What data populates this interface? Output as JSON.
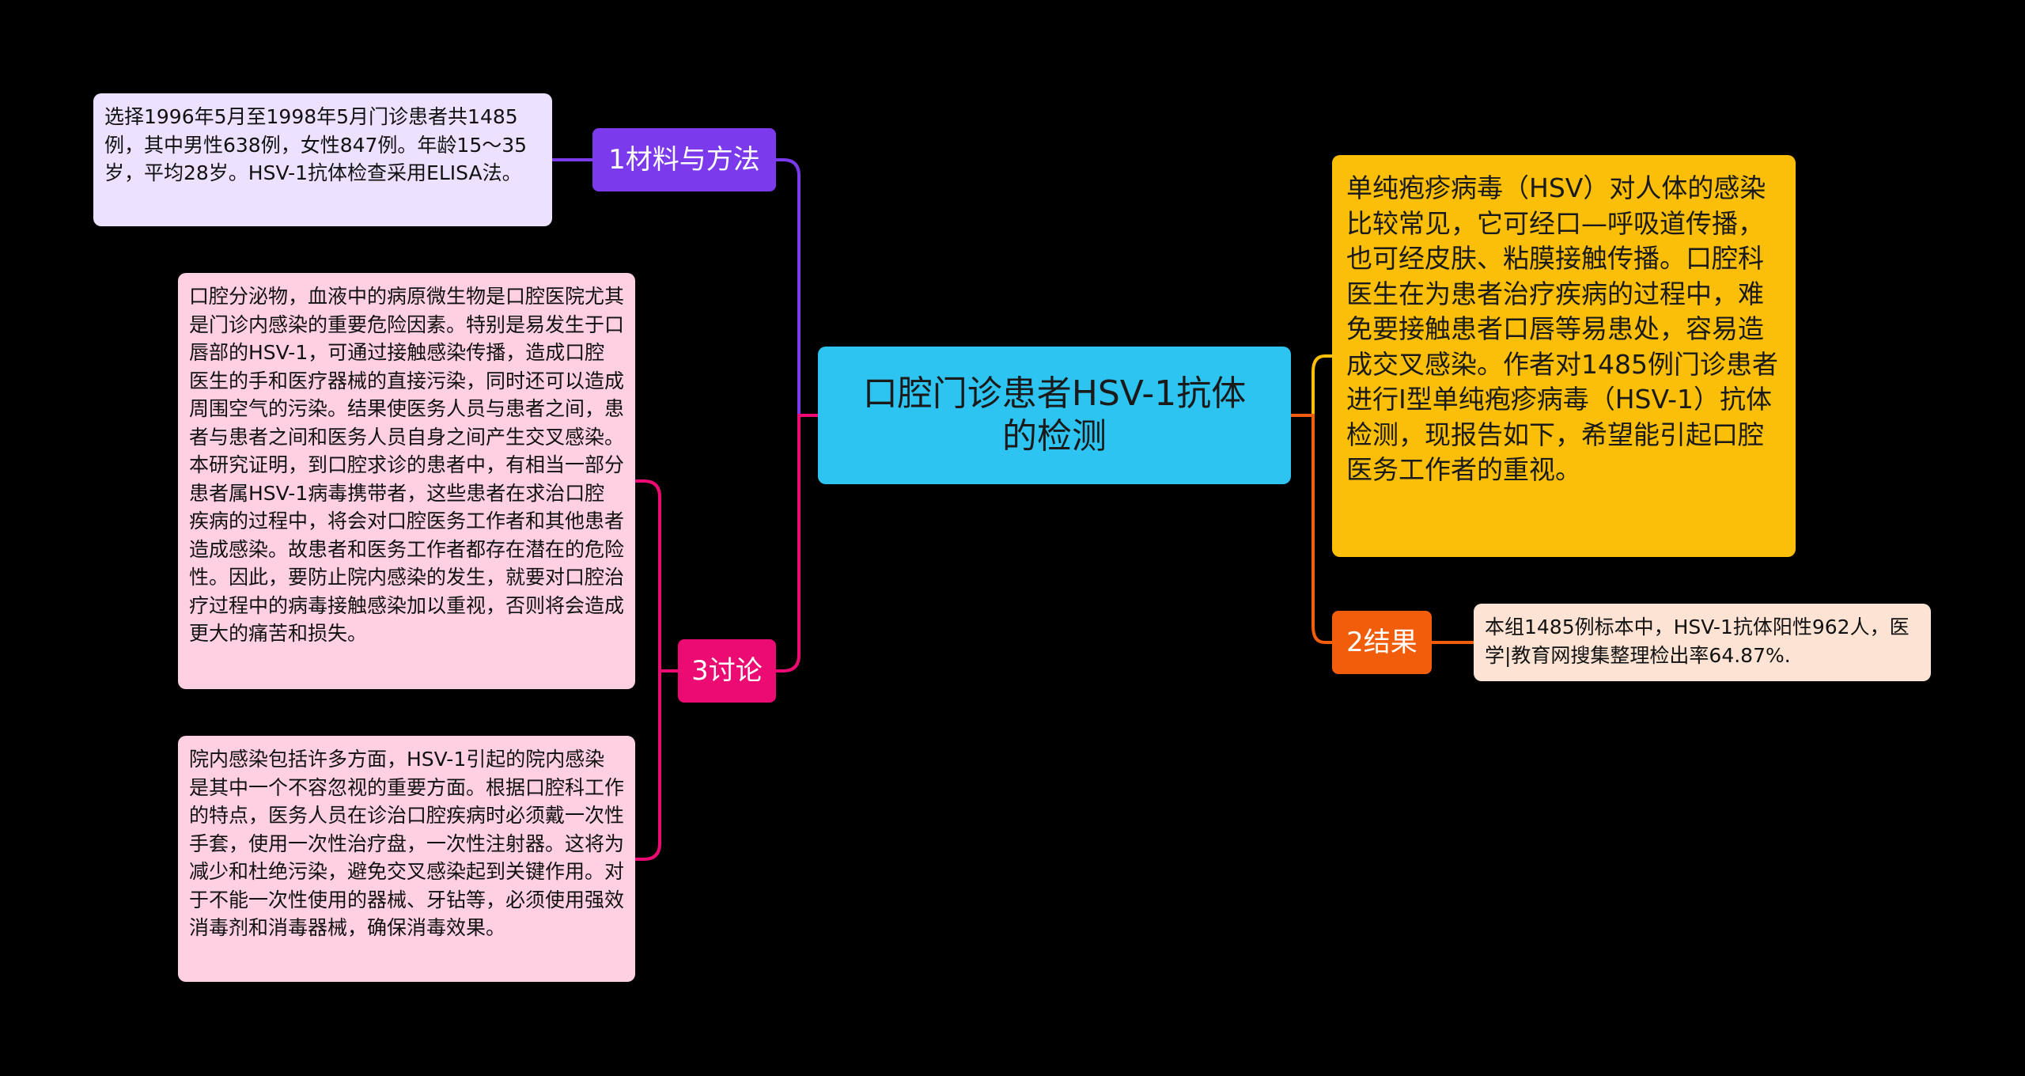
{
  "mindmap": {
    "root": {
      "label": "口腔门诊患者HSV-1抗体的检测",
      "color": "#2ec4f1"
    },
    "intro": {
      "text": "单纯疱疹病毒（HSV）对人体的感染比较常见，它可经口—呼吸道传播，也可经皮肤、粘膜接触传播。口腔科医生在为患者治疗疾病的过程中，难免要接触患者口唇等易患处，容易造成交叉感染。作者对1485例门诊患者进行Ⅰ型单纯疱疹病毒（HSV-1）抗体检测，现报告如下，希望能引起口腔医务工作者的重视。",
      "color": "#fbbf09"
    },
    "branches": {
      "method": {
        "label": "1材料与方法",
        "color": "#7c3aed",
        "detail": "选择1996年5月至1998年5月门诊患者共1485例，其中男性638例，女性847例。年龄15～35岁，平均28岁。HSV-1抗体检查采用ELISA法。"
      },
      "discussion": {
        "label": "3讨论",
        "color": "#ec0b72",
        "details": [
          "口腔分泌物，血液中的病原微生物是口腔医院尤其是门诊内感染的重要危险因素。特别是易发生于口唇部的HSV-1，可通过接触感染传播，造成口腔医生的手和医疗器械的直接污染，同时还可以造成周围空气的污染。结果使医务人员与患者之间，患者与患者之间和医务人员自身之间产生交叉感染。本研究证明，到口腔求诊的患者中，有相当一部分患者属HSV-1病毒携带者，这些患者在求治口腔疾病的过程中，将会对口腔医务工作者和其他患者造成感染。故患者和医务工作者都存在潜在的危险性。因此，要防止院内感染的发生，就要对口腔治疗过程中的病毒接触感染加以重视，否则将会造成更大的痛苦和损失。",
          "院内感染包括许多方面，HSV-1引起的院内感染是其中一个不容忽视的重要方面。根据口腔科工作的特点，医务人员在诊治口腔疾病时必须戴一次性手套，使用一次性治疗盘，一次性注射器。这将为减少和杜绝污染，避免交叉感染起到关键作用。对于不能一次性使用的器械、牙钻等，必须使用强效消毒剂和消毒器械，确保消毒效果。"
        ]
      },
      "result": {
        "label": "2结果",
        "color": "#f25d0c",
        "detail": "本组1485例标本中，HSV-1抗体阳性962人，医学|教育网搜集整理检出率64.87%."
      }
    }
  }
}
